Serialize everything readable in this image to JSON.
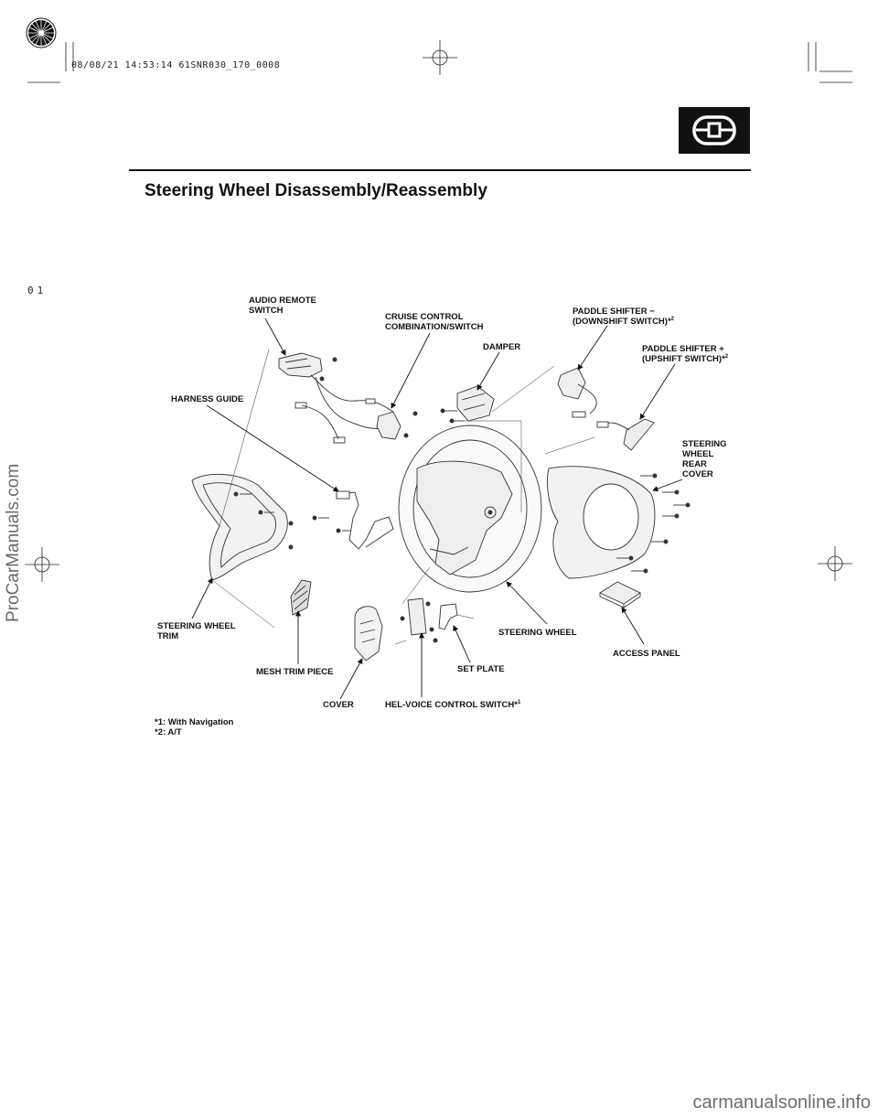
{
  "header": {
    "timestamp": "08/08/21 14:53:14 61SNR030_170_0008",
    "page_code": "01",
    "title": "Steering Wheel Disassembly/Reassembly"
  },
  "watermarks": {
    "left": "ProCarManuals.com",
    "bottom": "carmanualsonline.info"
  },
  "labels": {
    "audio_remote_switch": [
      "AUDIO REMOTE",
      "SWITCH"
    ],
    "cruise_control": [
      "CRUISE CONTROL",
      "COMBINATION/SWITCH"
    ],
    "damper": "DAMPER",
    "paddle_shifter_minus": [
      "PADDLE SHIFTER −",
      "(DOWNSHIFT SWITCH)*"
    ],
    "paddle_shifter_minus_sup": "2",
    "paddle_shifter_plus": [
      "PADDLE SHIFTER +",
      "(UPSHIFT SWITCH)*"
    ],
    "paddle_shifter_plus_sup": "2",
    "harness_guide": "HARNESS GUIDE",
    "steering_wheel_rear_cover": [
      "STEERING",
      "WHEEL",
      "REAR",
      "COVER"
    ],
    "steering_wheel_trim": [
      "STEERING WHEEL",
      "TRIM"
    ],
    "steering_wheel": "STEERING WHEEL",
    "access_panel": "ACCESS PANEL",
    "mesh_trim_piece": "MESH TRIM PIECE",
    "set_plate": "SET PLATE",
    "cover": "COVER",
    "hel_voice": "HEL-VOICE CONTROL SWITCH*",
    "hel_voice_sup": "1"
  },
  "footnotes": {
    "note1": "*1: With Navigation",
    "note2": "*2: A/T"
  },
  "colors": {
    "ink": "#111111",
    "line": "#333333",
    "watermark": "#6b6b6b"
  },
  "icons": {
    "section": "steering-wheel-icon"
  }
}
